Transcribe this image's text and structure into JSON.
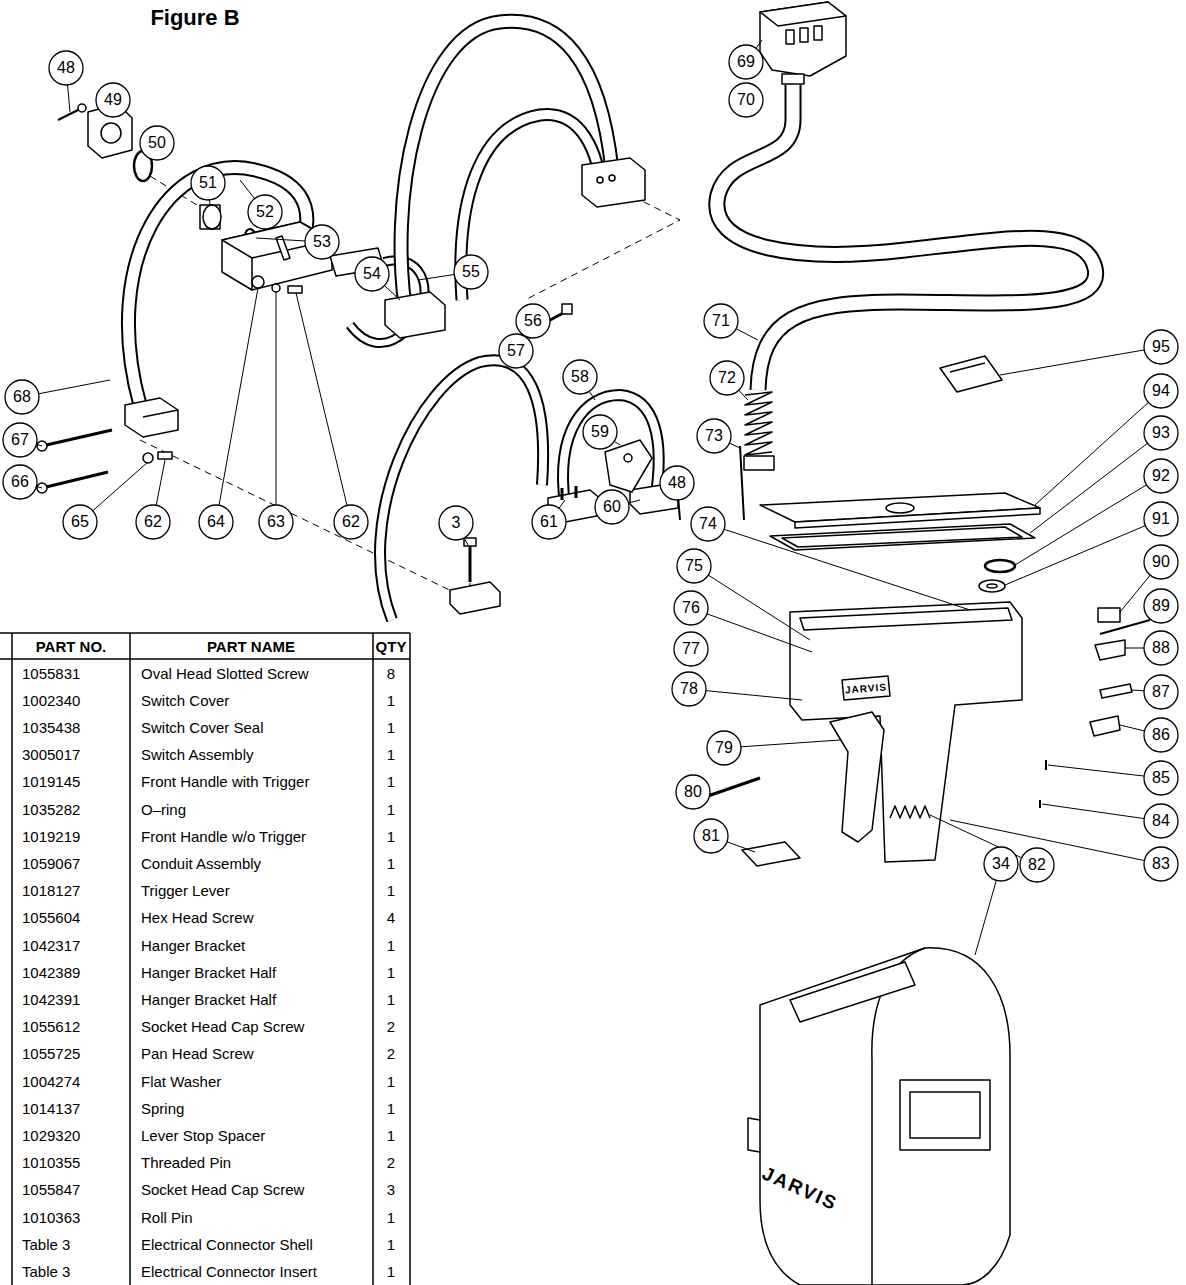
{
  "diagram": {
    "title": "Figure B",
    "labels": [
      "48",
      "49",
      "50",
      "51",
      "52",
      "53",
      "54",
      "55",
      "56",
      "57",
      "58",
      "59",
      "68",
      "67",
      "66",
      "65",
      "62",
      "64",
      "63",
      "62",
      "3",
      "61",
      "60",
      "69",
      "70",
      "71",
      "72",
      "73",
      "48",
      "74",
      "75",
      "76",
      "77",
      "78",
      "79",
      "80",
      "81",
      "95",
      "94",
      "93",
      "92",
      "91",
      "90",
      "89",
      "88",
      "87",
      "86",
      "85",
      "84",
      "83",
      "82",
      "34",
      "JARVIS",
      "JARVIS",
      "PART NO.",
      "PART NAME",
      "QTY",
      "1055831",
      "Oval Head Slotted Screw",
      "8",
      "1002340",
      "Switch Cover",
      "1",
      "1035438",
      "Switch Cover Seal",
      "1",
      "3005017",
      "Switch Assembly",
      "1",
      "1019145",
      "Front Handle with Trigger",
      "1",
      "1035282",
      "O–ring",
      "1",
      "1019219",
      "Front Handle w/o Trigger",
      "1",
      "1059067",
      "Conduit Assembly",
      "1",
      "1018127",
      "Trigger Lever",
      "1",
      "1055604",
      "Hex Head Screw",
      "4",
      "1042317",
      "Hanger Bracket",
      "1",
      "1042389",
      "Hanger Bracket Half",
      "1",
      "1042391",
      "Hanger Bracket Half",
      "1",
      "1055612",
      "Socket Head Cap Screw",
      "2",
      "1055725",
      "Pan Head Screw",
      "2",
      "1004274",
      "Flat Washer",
      "1",
      "1014137",
      "Spring",
      "1",
      "1029320",
      "Lever Stop Spacer",
      "1",
      "1010355",
      "Threaded Pin",
      "2",
      "1055847",
      "Socket Head Cap Screw",
      "3",
      "1010363",
      "Roll Pin",
      "1",
      "Table 3",
      "Electrical Connector Shell",
      "1",
      "Table 3",
      "Electrical Connector Insert",
      "1"
    ]
  }
}
